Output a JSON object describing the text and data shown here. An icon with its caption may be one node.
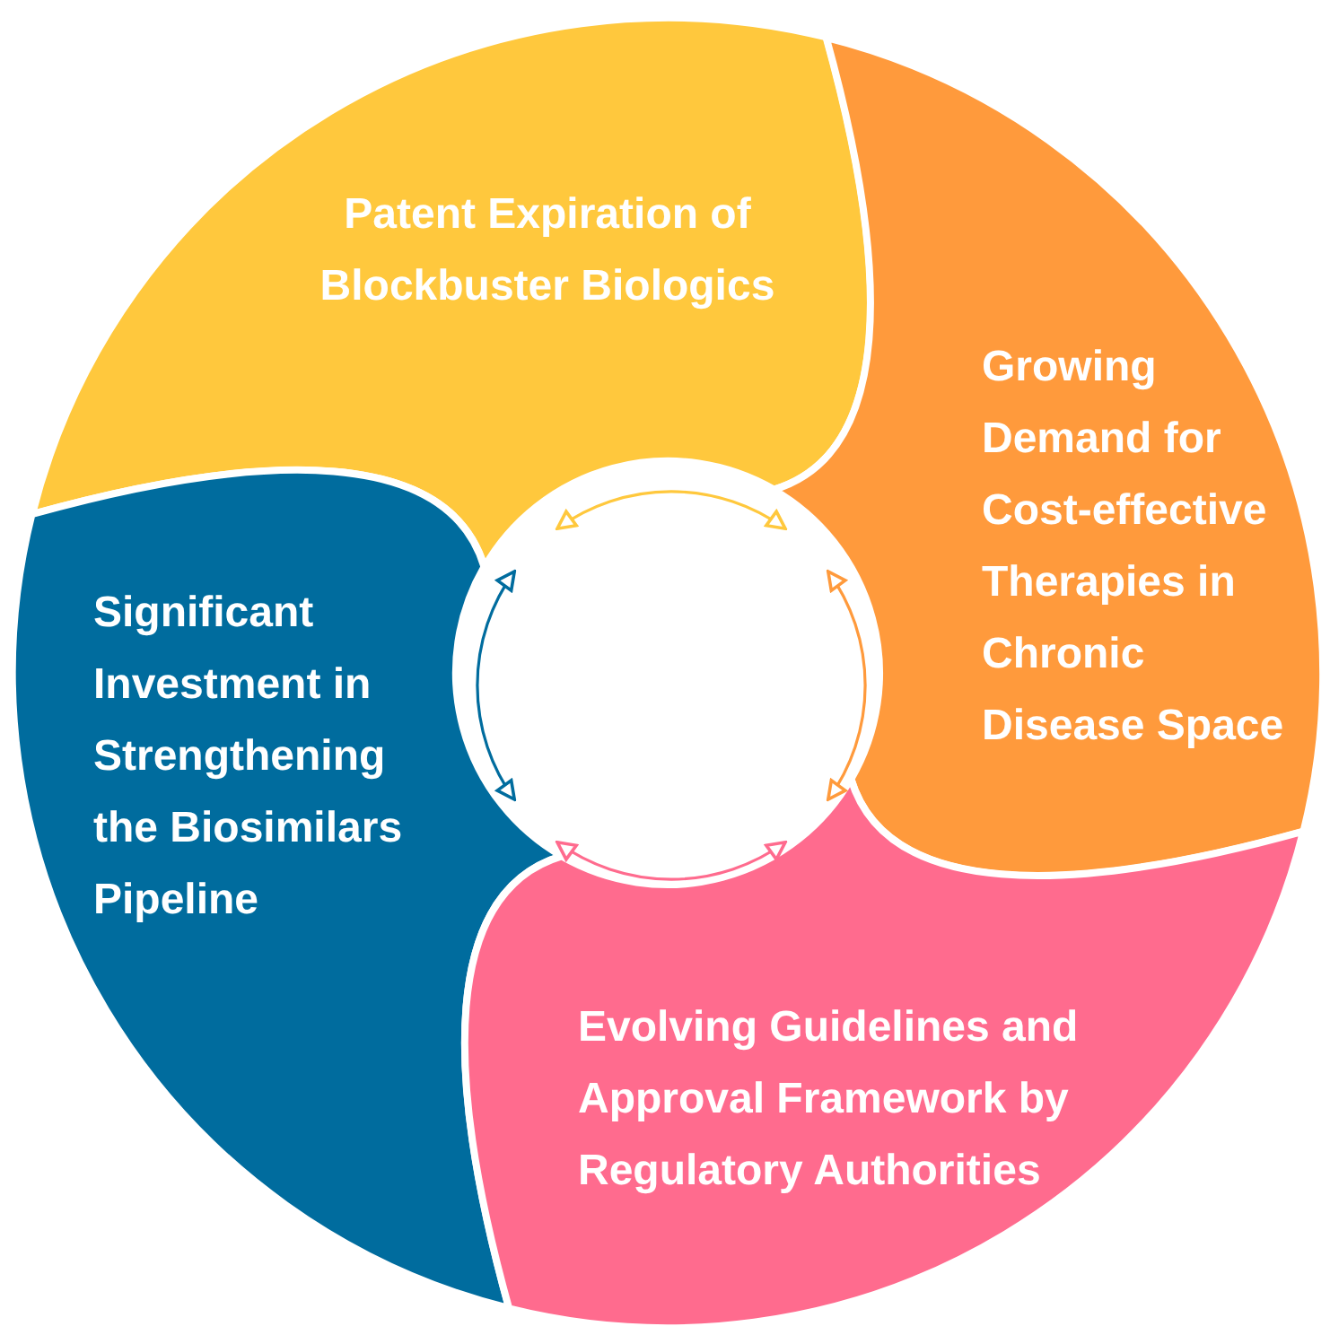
{
  "diagram": {
    "nodes": [
      {
        "text": [
          "Patent Expiration of Blockbuster Biologics"
        ]
      },
      {
        "text": [
          "Growing Demand for Cost-effective Therapies in Chronic Disease Space"
        ]
      },
      {
        "text": [
          "Significant Investment in Strengthening the Biosimilars Pipeline"
        ]
      },
      {
        "text": [
          "Evolving Guidelines and Approval Framework by Regulatory Authorities"
        ]
      }
    ],
    "edges": [
      {
        "from": 0,
        "to": 1,
        "arrow": "both",
        "color": "#ffc83d"
      },
      {
        "from": 1,
        "to": 3,
        "arrow": "both",
        "color": "#ff9a3c"
      },
      {
        "from": 3,
        "to": 2,
        "arrow": "both",
        "color": "#ff6b8e"
      },
      {
        "from": 2,
        "to": 0,
        "arrow": "both",
        "color": "#006c9e"
      }
    ]
  }
}
